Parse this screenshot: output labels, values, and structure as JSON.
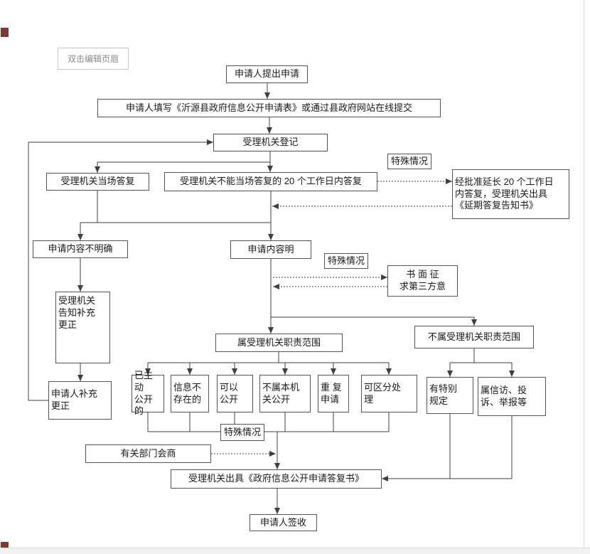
{
  "editor": {
    "header_hint": "双击编辑页眉"
  },
  "colors": {
    "line": "#3f3f3f",
    "box_border": "#555555",
    "hint_border": "#c8c8c8",
    "hint_text": "#8a8a8a",
    "page_edge": "#d9d9d9",
    "margin_marker": "#7b3a33"
  },
  "flowchart": {
    "special_label": "特殊情况",
    "nodes": {
      "apply": "申请人提出申请",
      "fill_form": "申请人填写《沂源县政府信息公开申请表》或通过县政府网站在线提交",
      "register": "受理机关登记",
      "onsite_reply": "受理机关当场答复",
      "deadline_reply": "受理机关不能当场答复的 20 个工作日内答复",
      "extension": "经批准延长 20 个工作日\n内答复，受理机关出具\n《延期答复告知书》",
      "content_unclear": "申请内容不明确",
      "content_clear": "申请内容明",
      "third_party": "书 面 征\n求第三方意",
      "notify_supplement": "受理机关\n告知补充\n更正",
      "applicant_supplement": "申请人补充\n更正",
      "in_scope": "属受理机关职责范围",
      "out_of_scope": "不属受理机关职责范围",
      "already_public": "已主动\n公开的",
      "info_not_exist": "信息不\n存在的",
      "can_disclose": "可以\n公开",
      "not_this_organ": "不属本机\n关公开",
      "repeat_apply": "重 复\n申请",
      "separable": "可区分处\n理",
      "special_rules": "有特别\n规定",
      "petition_channel": "属信访、投\n诉、举报等",
      "dept_consult": "有关部门会商",
      "reply_document": "受理机关出具《政府信息公开申请答复书》",
      "sign_receipt": "申请人签收"
    }
  }
}
